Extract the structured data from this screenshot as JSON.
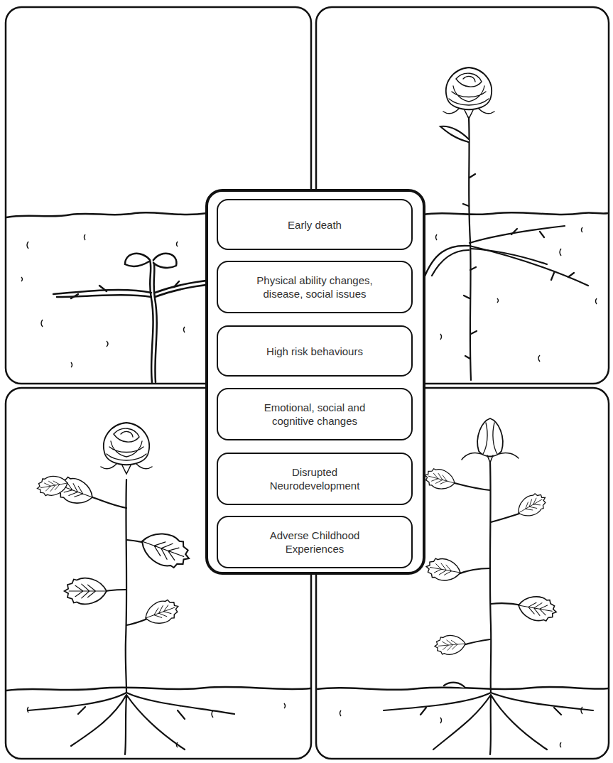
{
  "diagram": {
    "nodes": [
      {
        "text": [
          "Early death"
        ]
      },
      {
        "text": [
          "Physical ability changes, disease, social issues"
        ]
      },
      {
        "text": [
          "High risk behaviours"
        ]
      },
      {
        "text": [
          "Emotional, social and cognitive changes"
        ]
      },
      {
        "text": [
          "Disrupted Neurodevelopment"
        ]
      },
      {
        "text": [
          "Adverse Childhood Experiences"
        ]
      }
    ]
  }
}
